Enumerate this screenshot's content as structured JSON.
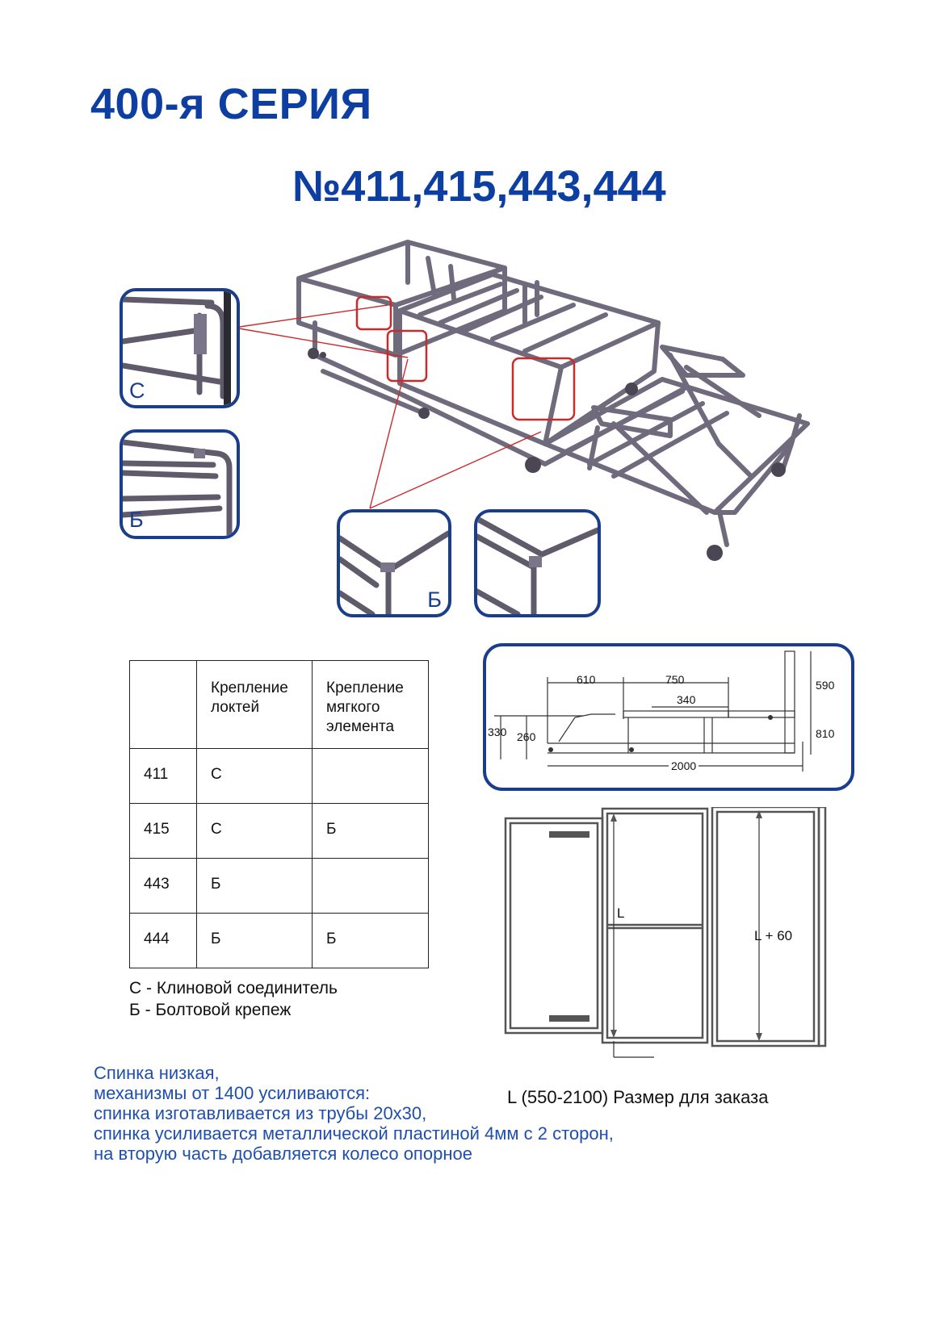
{
  "header": {
    "series_title": "400-я СЕРИЯ",
    "model_numbers": "№411,415,443,444"
  },
  "detail_views": {
    "left_top_letter": "С",
    "left_bottom_letter": "Б",
    "bottom_middle_letter": "Б"
  },
  "colors": {
    "title_blue": "#0d3fa3",
    "frame_blue": "#1a3e8c",
    "callout_red": "#cc2a2a",
    "steel_gray": "#6f6a7c"
  },
  "table": {
    "headers": [
      "",
      "Крепление локтей",
      "Крепление мягкого элемента"
    ],
    "rows": [
      [
        "411",
        "С",
        ""
      ],
      [
        "415",
        "С",
        "Б"
      ],
      [
        "443",
        "Б",
        ""
      ],
      [
        "444",
        "Б",
        "Б"
      ]
    ]
  },
  "legend": {
    "c_line": "С - Клиновой соединитель",
    "b_line": "Б - Болтовой крепеж"
  },
  "notes": [
    "Спинка низкая,",
    "механизмы от 1400 усиливаются:",
    "спинка изготавливается из трубы 20х30,",
    "спинка усиливается металлической пластиной 4мм с 2 сторон,",
    "на вторую часть добавляется колесо опорное"
  ],
  "side_view_dimensions": {
    "d610": "610",
    "d750": "750",
    "d340": "340",
    "d590": "590",
    "d330": "330",
    "d260": "260",
    "d810": "810",
    "d2000": "2000"
  },
  "plan_view": {
    "inner_length": "L",
    "outer_length": "L + 60",
    "order_caption": "L (550-2100) Размер для заказа"
  }
}
